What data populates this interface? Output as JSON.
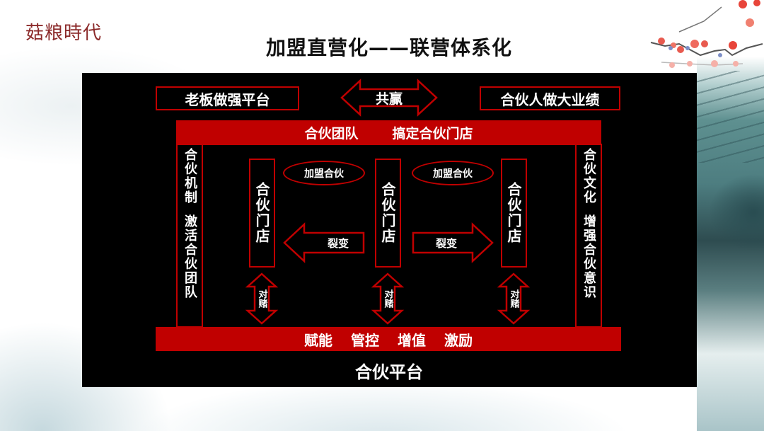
{
  "brand": {
    "logo_text": "菇粮時代",
    "logo_color": "#8b2a2a"
  },
  "slide": {
    "title": "加盟直营化——联营体系化",
    "colors": {
      "accent_red": "#c00000",
      "panel_bg": "#000000",
      "text": "#ffffff"
    }
  },
  "diagram": {
    "top_left_box": "老板做强平台",
    "top_center_arrow": "共赢",
    "top_right_box": "合伙人做大业绩",
    "top_bar": {
      "left": "合伙团队",
      "right": "搞定合伙门店"
    },
    "left_column": {
      "part1": "合伙机制",
      "part2": "激活合伙团队"
    },
    "right_column": {
      "part1": "合伙文化",
      "part2": "增强合伙意识"
    },
    "stores": [
      {
        "label": "合伙门店"
      },
      {
        "label": "合伙门店"
      },
      {
        "label": "合伙门店"
      }
    ],
    "ellipses": [
      "加盟合伙",
      "加盟合伙"
    ],
    "horizontal_arrows": [
      {
        "label": "裂变",
        "direction": "left"
      },
      {
        "label": "裂变",
        "direction": "right"
      }
    ],
    "vertical_arrows": [
      "对赌",
      "对赌",
      "对赌"
    ],
    "bottom_bar": {
      "items": [
        "赋能",
        "管控",
        "增值",
        "激励"
      ]
    },
    "platform_label": "合伙平台"
  }
}
